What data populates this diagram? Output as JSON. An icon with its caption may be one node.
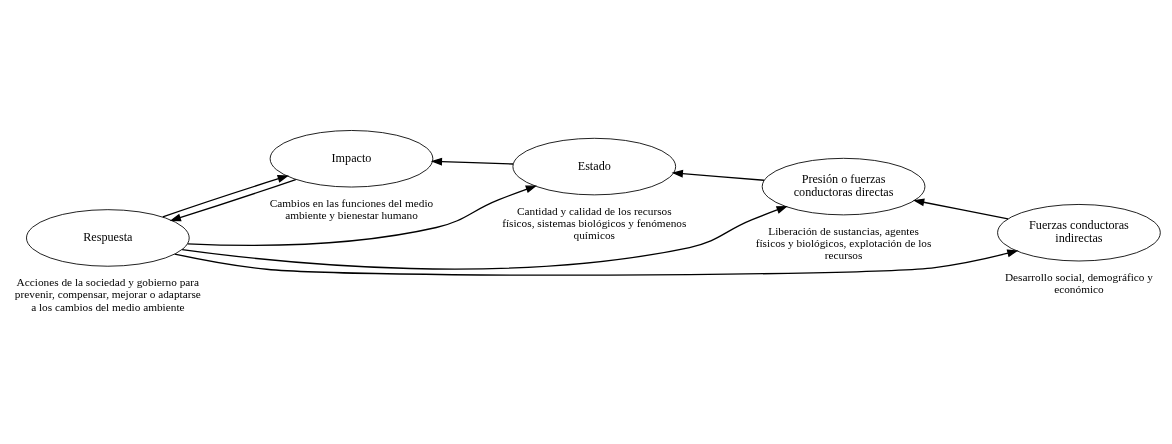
{
  "diagram": {
    "nodes": [
      {
        "text": [
          "Fuerzas conductoras indirectas"
        ],
        "beside": [
          "Desarrollo social, demográfico y económico"
        ]
      },
      {
        "text": [
          "Presión o fuerzas conductoras directas"
        ],
        "beside": [
          "Liberación de sustancias, agentes físicos y biológicos, explotación de los recursos"
        ]
      },
      {
        "text": [
          "Estado"
        ],
        "beside": [
          "Cantidad y calidad de los recursos físicos, sistemas biológicos y fenómenos químicos"
        ]
      },
      {
        "text": [
          "Respuesta"
        ],
        "beside": [
          "Acciones de la sociedad y gobierno para prevenir, compensar, mejorar o adaptarse a los cambios del medio ambiente"
        ]
      },
      {
        "text": [
          "Impacto"
        ],
        "beside": [
          "Cambios en las funciones del medio ambiente y bienestar humano"
        ]
      }
    ],
    "edges": [
      {
        "from": 3,
        "to": 0,
        "arrow": "to"
      },
      {
        "from": 0,
        "to": 1,
        "arrow": "to"
      },
      {
        "from": 3,
        "to": 1,
        "arrow": "to"
      },
      {
        "from": 3,
        "to": 2,
        "arrow": "to"
      },
      {
        "from": 1,
        "to": 2,
        "arrow": "to"
      },
      {
        "from": 2,
        "to": 4,
        "arrow": "to"
      },
      {
        "from": 3,
        "to": 4,
        "arrow": "to"
      },
      {
        "from": 4,
        "to": 3,
        "arrow": "to"
      }
    ]
  }
}
